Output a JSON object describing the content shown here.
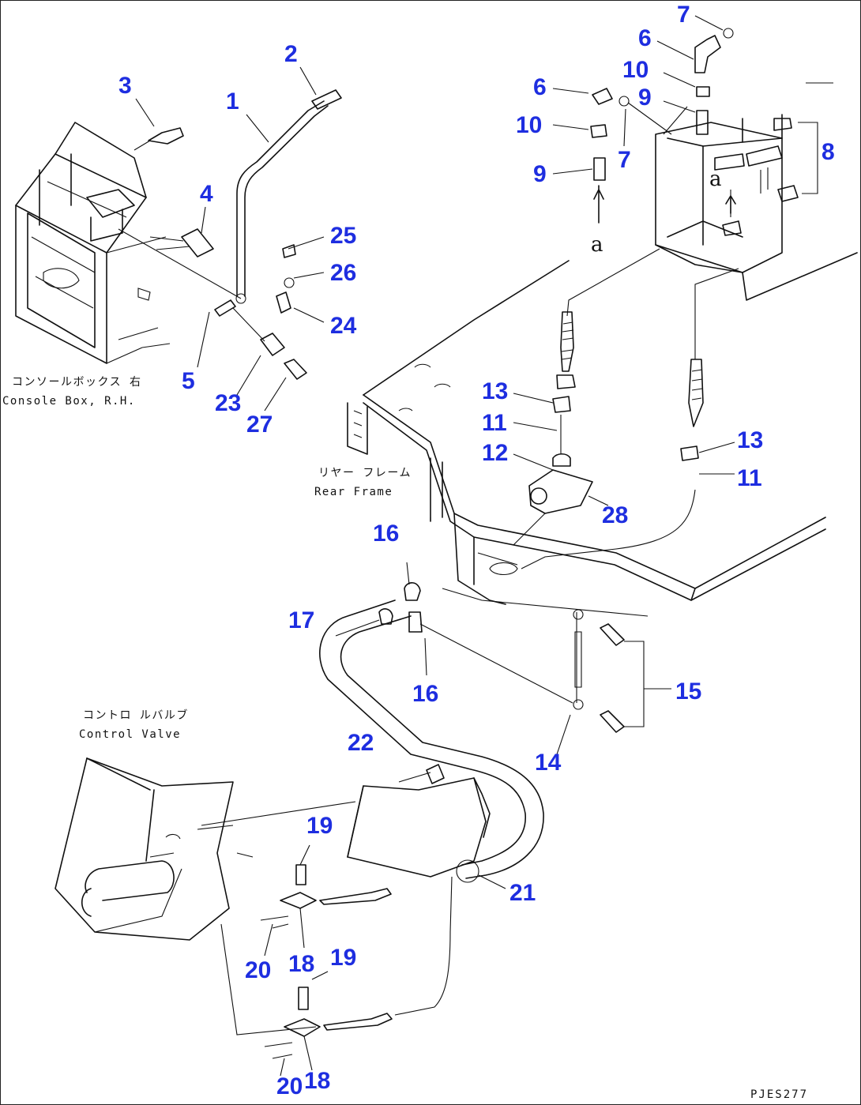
{
  "diagram": {
    "colors": {
      "callout": "#1e2ee0",
      "line": "#111111",
      "background": "#ffffff"
    },
    "captions": {
      "console_jp": "コンソールボックス 右",
      "console_en": "Console Box, R.H.",
      "rear_frame_jp": "リヤー フレーム",
      "rear_frame_en": "Rear Frame",
      "control_valve_jp": "コントロ ルバルブ",
      "control_valve_en": "Control Valve",
      "view_mark_upper": "a",
      "view_mark_lower": "a",
      "drawing_code": "PJES277"
    },
    "callouts": {
      "n1": "1",
      "n2": "2",
      "n3": "3",
      "n4": "4",
      "n5": "5",
      "n6a": "6",
      "n6b": "6",
      "n7a": "7",
      "n7b": "7",
      "n8": "8",
      "n9a": "9",
      "n9b": "9",
      "n10a": "10",
      "n10b": "10",
      "n11a": "11",
      "n11b": "11",
      "n12": "12",
      "n13a": "13",
      "n13b": "13",
      "n14": "14",
      "n15": "15",
      "n16a": "16",
      "n16b": "16",
      "n17": "17",
      "n18a": "18",
      "n18b": "18",
      "n19a": "19",
      "n19b": "19",
      "n20a": "20",
      "n20b": "20",
      "n21": "21",
      "n22": "22",
      "n23": "23",
      "n24": "24",
      "n25": "25",
      "n26": "26",
      "n27": "27",
      "n28": "28"
    }
  }
}
